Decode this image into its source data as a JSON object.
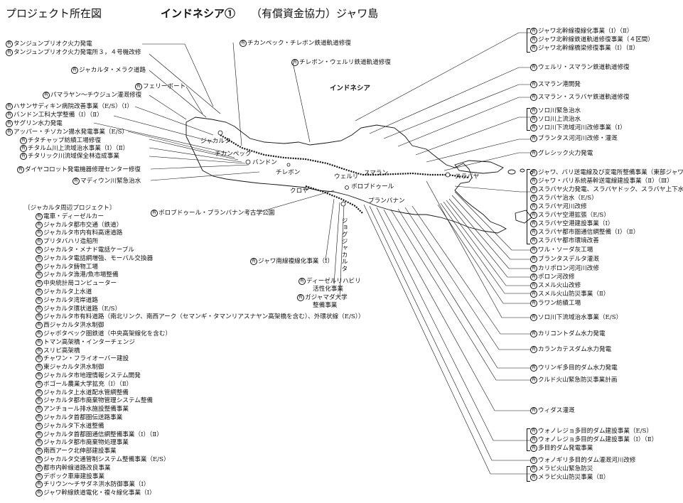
{
  "header": {
    "page_title": "プロジェクト所在図",
    "map_title": "インドネシア①",
    "map_subtitle": "（有償資金協力）ジャワ島"
  },
  "marker": "有",
  "country_label": "インドネシア",
  "places": {
    "jakarta": "ジャカルタ",
    "cikampek": "チカンペック",
    "bandung": "バンドン",
    "cirebon": "チレボン",
    "semarang": "スマラン",
    "weleri": "ウェルリ",
    "surabaya": "スラバヤ",
    "kroya": "クロヤ",
    "borobudur": "ボロブドゥール",
    "prambanan": "プランバナン",
    "yogyakarta": "ジョグジャカルタ"
  },
  "left_labels": {
    "tanjung_priok": "タンジュンプリオク火力発電",
    "tanjung_priok_34": "タンジュンプリオク火力発電所３，４号機改修",
    "jakarta_merak": "ジャカルタ・メラク道路",
    "ferry": "フェリーボート",
    "pamarayan": "パマラヤン～チウジュン灌漑修復",
    "hasan": "ハサンサディキン病院改善事業（E/S）（Ⅰ）",
    "bandung_tech": "バンドン工科大学整備（Ⅰ）（Ⅱ）",
    "saguling": "サグリン水力発電",
    "upper_cisokan": "アッパー・チソカン揚水発電事業（E/S）",
    "citarum_power": "チタチャップ紡績工場修復",
    "citarum_river": "チタルム川上流域治水事業（Ⅰ）（Ⅱ）",
    "ciliwung": "チタリック川流域保全林造成事業",
    "dayeuhkolot": "ダイヤコロット発電機器修理センター修復",
    "madiun": "マディウン川緊急治水"
  },
  "top_labels": {
    "cikampek_cirebon": "チカンペック・チレボン鉄道軌道修復",
    "cirebon_weleri": "チレボン・ウェルリ鉄道軌道修復"
  },
  "center_labels": {
    "borobudur_park": "ボロブドゥール・プランバナン考古学公園",
    "south_line": "ジャワ南線複線化事業（Ⅰ）",
    "diesel": "ディーゼルリハビリ",
    "diesel2": "活性化事業",
    "gajah_mada": "ガジャマダ大学",
    "gajah_mada2": "整備事業"
  },
  "jakarta_area": {
    "heading": "〔ジャカルタ周辺プロジェクト〕",
    "items": [
      "電車・ディーゼルカー",
      "ジャカルタ都市交通（鉄道）",
      "ジャカルタ市内有料高速道路",
      "プリタバハリ造船所",
      "ジャカルタ・メナド電話ケーブル",
      "ジャカルタ電話網増強、モーバル交換器",
      "ジャカルタ鋳物工場",
      "ジャカルタ漁港/魚市場整備",
      "中央統計局コンピューター",
      "ジャカルタ上水道",
      "ジャカルタ湾岸道路",
      "ジャカルタ環状道路（E/S）",
      "ジャカルタ市有料道路（南北リンク、南西アーク（セマンギ・タマンリアスナヤン高架橋を含む）、外環状線（E/S））",
      "西ジャカルタ洪水制御",
      "ジャボタベック圏鉄道（中央高架線化を含む）",
      "トマン高架橋・インターチェンジ",
      "スリピ高架橋",
      "チャワン・フライオーバー建設",
      "東ジャカルタ洪水制御",
      "ジャカルタ市地理情報システム開発",
      "ボゴール農業大学拡充（Ⅰ）（Ⅱ）",
      "ジャカルタ上水道配水管網整備",
      "ジャカルタ都市廃棄物管理システム整備",
      "アンチョール排水施設整備事業",
      "ジャカルタ首都圏伝送路事業",
      "ジャカルタ下水道整備",
      "ジャカルタ首都圏通信網整備事業（Ⅰ）（Ⅱ）",
      "ジャカルタ都市廃棄物処理事業",
      "南西アーク北伸部建設事業",
      "ジャカルタ交通管制システム整備事業（E/S）",
      "都市内幹線道路改良事業",
      "デポック車庫建設事業",
      "チリウン～チサダネ洪水防御事業（Ⅰ）",
      "ジャワ幹線鉄道電化・複々線化事業（Ⅰ）"
    ]
  },
  "right_labels": {
    "north_line": [
      "ジャワ北幹線複線化事業（Ⅰ）（Ⅱ）",
      "ジャワ北幹線鉄道軌道修復事業（４区間）",
      "ジャワ北幹線橋梁修復事業（Ⅰ）（Ⅱ）"
    ],
    "weleri_semarang": "ウェルリ・スマラン鉄道軌道修復",
    "semarang_port": "スマラン港開発",
    "semarang_surabaya": "スマラン・スラバヤ鉄道軌道修復",
    "solo": [
      "ソロ川緊急治水",
      "ソロ川上流治水",
      "ソロ川下流域河川改修事業（Ⅰ）"
    ],
    "brantas": "ブランタス河河川改修・灌漑",
    "gresik": "グレシック火力発電",
    "surabaya_group": [
      "ジャワ、バリ送電線及び変電所整備事業（東部ジャワ）",
      "ジャワ・バリ系統基幹送電線建設事業（Ⅱ）（Ⅲ）",
      "スラバヤ火力発電、スラバヤドック、スラバヤ上下水道（E/S）",
      "スラバヤ治水（E/S）",
      "スラバヤ河川改修",
      "スラバヤ空港拡張（E/S）",
      "スラバヤ空港建設事業（Ⅰ）",
      "スラバヤ都市圏通信網整備（Ⅰ）（Ⅱ）",
      "スラバヤ都市環境改善"
    ],
    "wlingi": "ワル・ソーダ灰工場",
    "brantas_delta": "ブランタスデルタ灌漑",
    "kali_porong": "カリポロン河河川改修",
    "porong": "ポロン河改修",
    "semeru": "スメル火山改修",
    "semeru_disaster": "スメル火山防災事業（Ⅱ）",
    "lawang": "ラワン紡績工場",
    "solo_lower": "ソロ川下流域治水事業（E/S）",
    "karangkates_power": "カリコントダム水力発電",
    "karangkates_dam": "カランカテスダム水力発電",
    "wlingi_dam": "ウリンギ多目的ダム水力発電",
    "kelud": "クルド火山緊急防災事業計画",
    "widas": "ウィダス灌漑",
    "wonorejo": [
      "ウォノレジョ多目的ダム建設事業（E/S）",
      "ウォノレジョ多目的ダム建設事業（Ⅰ）（Ⅱ）",
      "多目的ダム発電事業"
    ],
    "wonogiri": "ウォノギリ多目的ダム灌漑河川改修",
    "merapi": [
      "メラピ火山緊急防災",
      "メラピ火山防災事業（Ⅱ）"
    ]
  }
}
